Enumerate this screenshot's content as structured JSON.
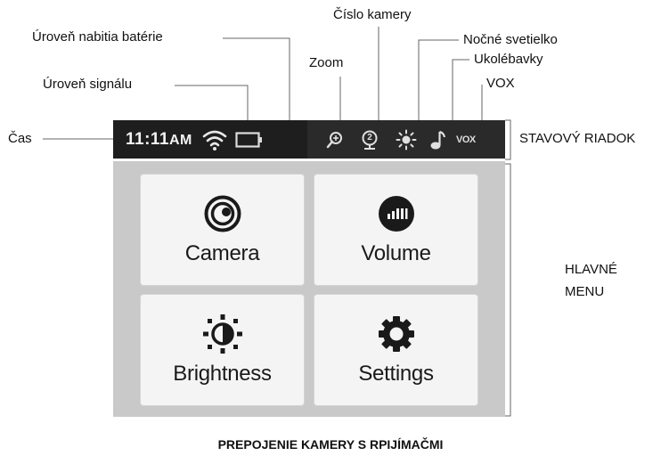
{
  "annotations": {
    "time": "Čas",
    "signal": "Úroveň signálu",
    "battery": "Úroveň nabitia batérie",
    "zoom": "Zoom",
    "camera_number": "Číslo kamery",
    "night_light": "Nočné svetielko",
    "lullabies": "Ukolébavky",
    "vox": "VOX",
    "status_bar": "STAVOVÝ RIADOK",
    "main_menu_line1": "HLAVNÉ",
    "main_menu_line2": "MENU"
  },
  "status_bar": {
    "time": "11:11",
    "ampm": "AM",
    "camera_number": "2",
    "vox_label": "VOX",
    "icons": [
      "signal-icon",
      "battery-icon",
      "zoom-icon",
      "camera-number-icon",
      "night-light-icon",
      "lullaby-icon",
      "vox-icon"
    ]
  },
  "menu": {
    "items": [
      {
        "label": "Camera",
        "icon": "camera-icon"
      },
      {
        "label": "Volume",
        "icon": "volume-icon"
      },
      {
        "label": "Brightness",
        "icon": "brightness-icon"
      },
      {
        "label": "Settings",
        "icon": "gear-icon"
      }
    ]
  },
  "caption": "PREPOJENIE KAMERY S RPIJÍMAČMI",
  "colors": {
    "status_bar_bg": "#1e1e1e",
    "menu_bg": "#c9c9c9",
    "tile_bg": "#f4f4f4"
  }
}
